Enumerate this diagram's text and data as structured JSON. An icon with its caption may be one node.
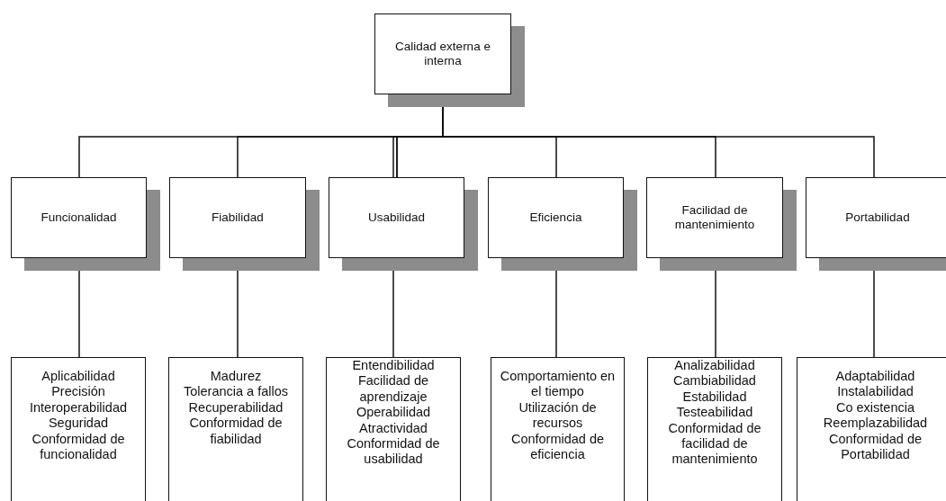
{
  "diagram": {
    "nodes": [
      {
        "text": [
          "Calidad externa e interna"
        ]
      },
      {
        "text": [
          "Funcionalidad"
        ]
      },
      {
        "text": [
          "Fiabilidad"
        ]
      },
      {
        "text": [
          "Usabilidad"
        ]
      },
      {
        "text": [
          "Eficiencia"
        ]
      },
      {
        "text": [
          "Facilidad de mantenimiento"
        ]
      },
      {
        "text": [
          "Portabilidad"
        ]
      },
      {
        "text": [
          "Aplicabilidad",
          "Precisión",
          "Interoperabilidad",
          "Seguridad",
          "Conformidad de funcionalidad"
        ]
      },
      {
        "text": [
          "Madurez",
          "Tolerancia a fallos",
          "Recuperabilidad",
          "Conformidad de fiabilidad"
        ]
      },
      {
        "text": [
          "Entendibilidad",
          "Facilidad de aprendizaje",
          "Operabilidad",
          "Atractividad",
          "Conformidad de usabilidad"
        ]
      },
      {
        "text": [
          "Comportamiento en el tiempo",
          "Utilización de recursos",
          "Conformidad de eficiencia"
        ]
      },
      {
        "text": [
          "Analizabilidad",
          "Cambiabilidad",
          "Estabilidad",
          "Testeabilidad",
          "Conformidad de facilidad de mantenimiento"
        ]
      },
      {
        "text": [
          "Adaptabilidad",
          "Instalabilidad",
          "Co existencia",
          "Reemplazabilidad",
          "Conformidad de Portabilidad"
        ]
      }
    ],
    "edges": [
      {
        "from": 0,
        "to": 1,
        "arrow": "none"
      },
      {
        "from": 0,
        "to": 2,
        "arrow": "none"
      },
      {
        "from": 0,
        "to": 3,
        "arrow": "none"
      },
      {
        "from": 0,
        "to": 4,
        "arrow": "none"
      },
      {
        "from": 0,
        "to": 5,
        "arrow": "none"
      },
      {
        "from": 0,
        "to": 6,
        "arrow": "none"
      },
      {
        "from": 1,
        "to": 7,
        "arrow": "none"
      },
      {
        "from": 2,
        "to": 8,
        "arrow": "none"
      },
      {
        "from": 3,
        "to": 9,
        "arrow": "none"
      },
      {
        "from": 4,
        "to": 10,
        "arrow": "none"
      },
      {
        "from": 5,
        "to": 11,
        "arrow": "none"
      },
      {
        "from": 6,
        "to": 12,
        "arrow": "none"
      }
    ]
  }
}
